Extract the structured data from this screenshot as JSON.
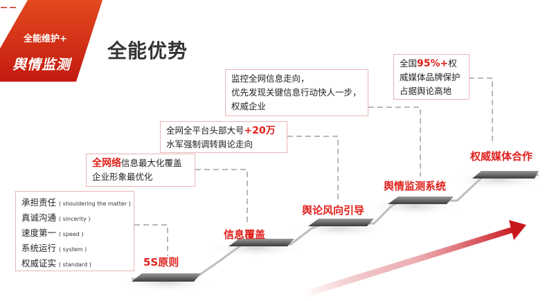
{
  "banner": {
    "icon": "briefcase-icon",
    "subtitle": "全能维护+",
    "title": "舆情监测",
    "color": "#d42a14"
  },
  "page_title": "全能优势",
  "accent_color": "#e0201c",
  "stages": [
    {
      "label": "5S原则",
      "description_lines": [
        {
          "zh": "承担责任",
          "en": "( shouldering the matter )"
        },
        {
          "zh": "真诚沟通",
          "en": "( sincerity )"
        },
        {
          "zh": "速度第一",
          "en": "( speed )"
        },
        {
          "zh": "系统运行",
          "en": "( system )"
        },
        {
          "zh": "权威证实",
          "en": "( standard )"
        }
      ]
    },
    {
      "label": "信息覆盖",
      "description_lines": [
        {
          "highlight": "全网络",
          "text": "信息最大化覆盖"
        },
        {
          "text": "企业形象最优化"
        }
      ]
    },
    {
      "label": "舆论风向引导",
      "description_lines": [
        {
          "text": "全网全平台头部大号",
          "highlight": "+20万"
        },
        {
          "text": "水军强制调转舆论走向"
        }
      ]
    },
    {
      "label": "舆情监测系统",
      "description_lines": [
        {
          "text": "监控全网信息走向，"
        },
        {
          "text": "优先发现关键信息行动快人一步，"
        },
        {
          "text": "权威企业"
        }
      ]
    },
    {
      "label": "权威媒体合作",
      "description_lines": [
        {
          "pre": "全国",
          "highlight": "95%+",
          "text": "权"
        },
        {
          "text": "威媒体品牌保护"
        },
        {
          "text": "占据舆论高地"
        }
      ]
    }
  ],
  "trend_arrow": {
    "icon": "trend-arrow-icon",
    "color": "#c8161d"
  }
}
